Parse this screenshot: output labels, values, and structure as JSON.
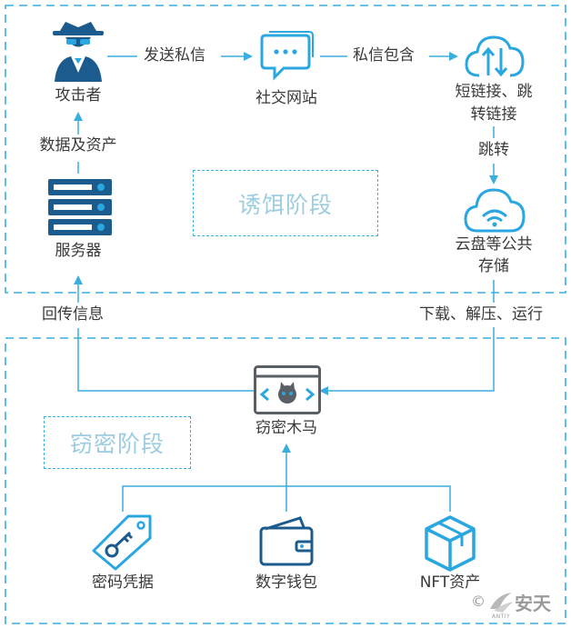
{
  "stages": {
    "bait": "诱饵阶段",
    "steal": "窃密阶段"
  },
  "nodes": {
    "attacker": "攻击者",
    "social": "社交网站",
    "shortlink_line1": "短链接、跳",
    "shortlink_line2": "转链接",
    "cloud_line1": "云盘等公共",
    "cloud_line2": "存储",
    "server": "服务器",
    "trojan": "窃密木马",
    "password": "密码凭据",
    "wallet": "数字钱包",
    "nft": "NFT资产"
  },
  "edges": {
    "send_dm": "发送私信",
    "dm_contains": "私信包含",
    "redirect": "跳转",
    "data_assets": "数据及资产",
    "callback": "回传信息",
    "download_run": "下载、解压、运行"
  },
  "watermark": {
    "copyright": "©",
    "brand": "安天",
    "brand_small": "ANTIY"
  },
  "colors": {
    "line": "#3aaede",
    "icon_dark": "#1c5b8e",
    "icon_light": "#2aa6e0",
    "text": "#3a3a3a",
    "stage_text": "#9ccde0"
  }
}
